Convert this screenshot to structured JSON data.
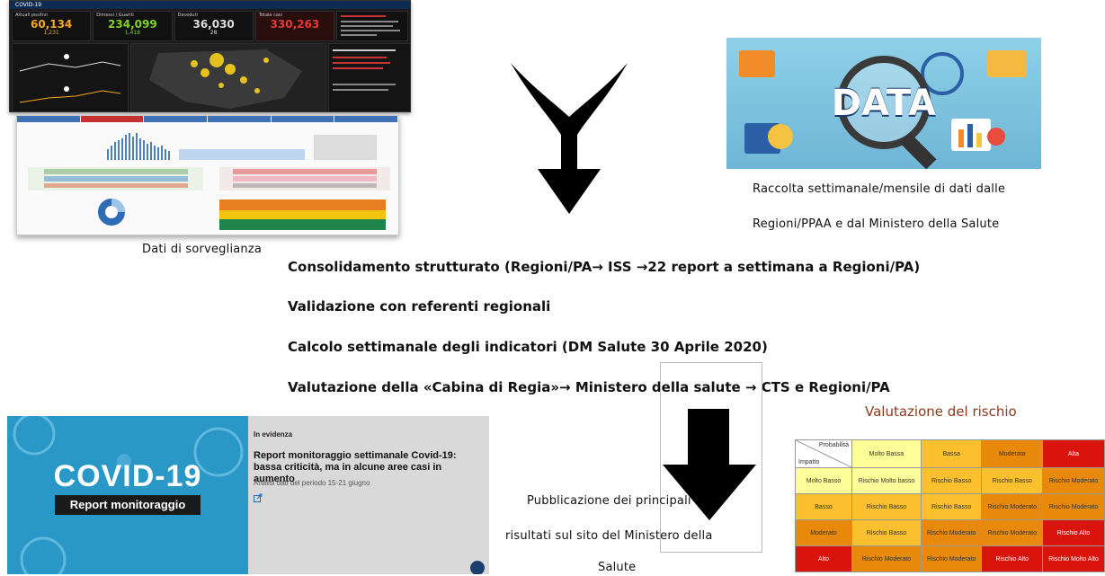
{
  "captions": {
    "surveillance": "Dati di sorveglianza",
    "collection_line1": "Raccolta settimanale/mensile di dati dalle",
    "collection_line2": "Regioni/PPAA e dal Ministero della Salute",
    "publication_line1": "Pubblicazione dei principali",
    "publication_line2": "risultati sul sito del Ministero della",
    "publication_line3": "Salute"
  },
  "steps": [
    "Consolidamento strutturato (Regioni/PA→ ISS →22 report a settimana a Regioni/PA)",
    "Validazione con referenti regionali",
    "Calcolo settimanale degli indicatori (DM Salute 30 Aprile 2020)",
    "Valutazione della «Cabina di Regia»→ Ministero della salute → CTS e Regioni/PA"
  ],
  "dashboard": {
    "title": "COVID-19",
    "kpis": [
      {
        "label": "Attuali positivi",
        "value": "60,134",
        "sub": "1,231",
        "color": "#f5a623"
      },
      {
        "label": "Dimessi / Guariti",
        "value": "234,099",
        "sub": "1,418",
        "color": "#7ed321"
      },
      {
        "label": "Deceduti",
        "value": "36,030",
        "sub": "28",
        "color": "#dddddd"
      },
      {
        "label": "Totale casi",
        "value": "330,263",
        "sub": "",
        "color": "#e53935"
      }
    ]
  },
  "data_image": {
    "word": "DATA"
  },
  "banner": {
    "brand_title": "COVID-19",
    "brand_subtitle": "Report monitoraggio",
    "section_label": "In evidenza",
    "headline": "Report monitoraggio settimanale Covid-19: bassa criticità, ma in alcune aree casi in aumento",
    "subtext": "Analisi dati del periodo 15-21 giugno"
  },
  "risk": {
    "title": "Valutazione del rischio",
    "corner_top": "Probabilità",
    "corner_bottom": "Impatto",
    "columns": [
      "Molto Bassa",
      "Bassa",
      "Moderata",
      "Alta"
    ],
    "rows": [
      {
        "label": "Molto Basso",
        "cells": [
          "Rischio Molto basso",
          "Rischio Basso",
          "Rischio Basso",
          "Rischio Moderato"
        ]
      },
      {
        "label": "Basso",
        "cells": [
          "Rischio Basso",
          "Rischio Basso",
          "Rischio Moderato",
          "Rischio Moderato"
        ]
      },
      {
        "label": "Moderato",
        "cells": [
          "Rischio Basso",
          "Rischio Moderato",
          "Rischio Moderato",
          "Rischio Alto"
        ]
      },
      {
        "label": "Alto",
        "cells": [
          "Rischio Moderato",
          "Rischio Moderato",
          "Rischio Alto",
          "Rischio Molto Alto"
        ]
      }
    ]
  },
  "colors": {
    "banner_blue": "#2a98c7",
    "risk_title": "#8a3a1a",
    "arrow": "#000000"
  }
}
